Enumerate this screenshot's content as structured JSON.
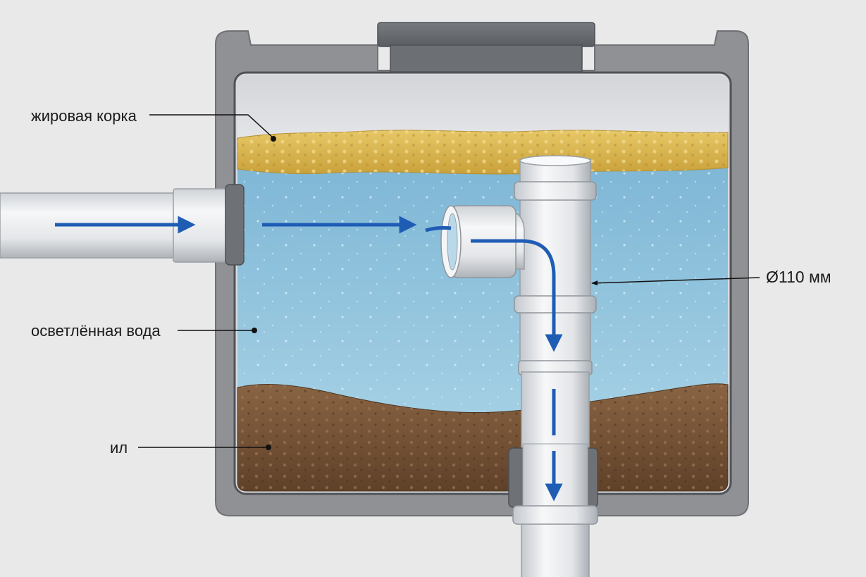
{
  "labels": {
    "grease_crust": "жировая корка",
    "clarified_water": "осветлённая вода",
    "silt": "ил",
    "pipe_diameter": "Ø110 мм"
  },
  "colors": {
    "background": "#e9e9ea",
    "tank_wall": "#8e9093",
    "tank_inner": "#dcdde0",
    "grease": "#d8b54a",
    "water": "#8ec3dd",
    "silt": "#7a5638",
    "pipe": "#eceef0",
    "flow_arrow": "#1f5db5"
  }
}
